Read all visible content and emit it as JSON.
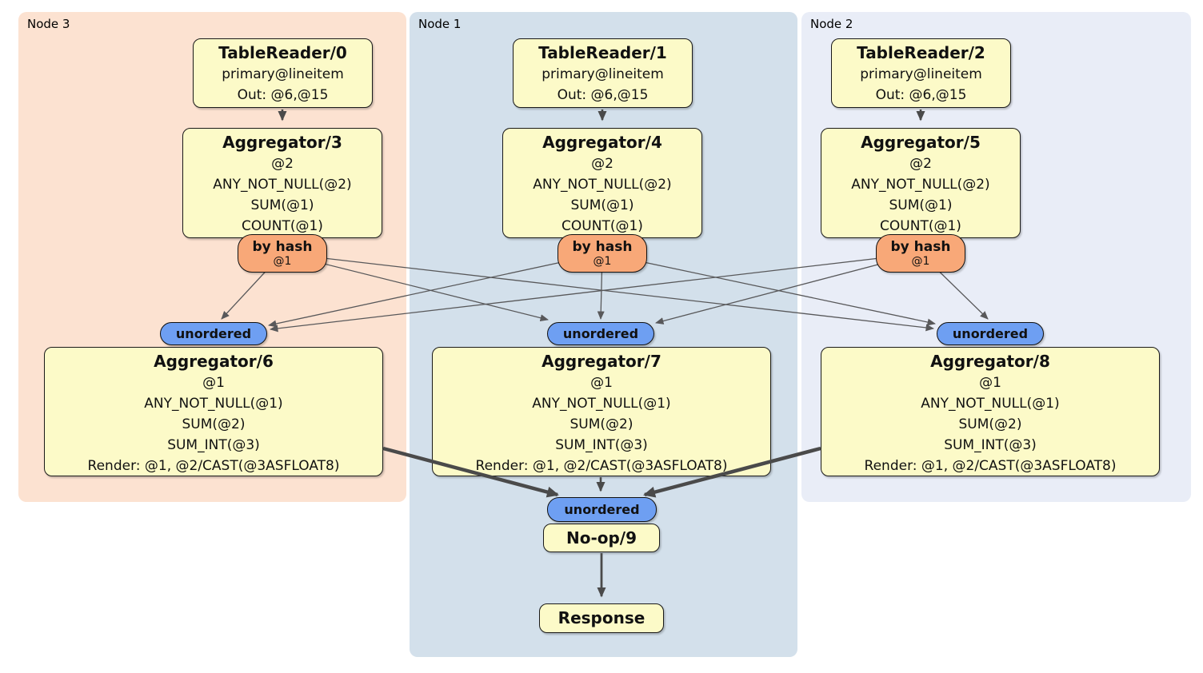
{
  "regions": [
    {
      "label": "Node 3"
    },
    {
      "label": "Node 1"
    },
    {
      "label": "Node 2"
    }
  ],
  "readers": [
    {
      "title": "TableReader/0",
      "lines": [
        "primary@lineitem",
        "Out: @6,@15"
      ]
    },
    {
      "title": "TableReader/1",
      "lines": [
        "primary@lineitem",
        "Out: @6,@15"
      ]
    },
    {
      "title": "TableReader/2",
      "lines": [
        "primary@lineitem",
        "Out: @6,@15"
      ]
    }
  ],
  "hash_aggregators": [
    {
      "title": "Aggregator/3",
      "lines": [
        "@2",
        "ANY_NOT_NULL(@2)",
        "SUM(@1)",
        "COUNT(@1)"
      ]
    },
    {
      "title": "Aggregator/4",
      "lines": [
        "@2",
        "ANY_NOT_NULL(@2)",
        "SUM(@1)",
        "COUNT(@1)"
      ]
    },
    {
      "title": "Aggregator/5",
      "lines": [
        "@2",
        "ANY_NOT_NULL(@2)",
        "SUM(@1)",
        "COUNT(@1)"
      ]
    }
  ],
  "routers": [
    {
      "label": "by hash",
      "detail": "@1"
    },
    {
      "label": "by hash",
      "detail": "@1"
    },
    {
      "label": "by hash",
      "detail": "@1"
    }
  ],
  "labels": {
    "unordered": "unordered"
  },
  "final_aggregators": [
    {
      "title": "Aggregator/6",
      "lines": [
        "@1",
        "ANY_NOT_NULL(@1)",
        "SUM(@2)",
        "SUM_INT(@3)",
        "Render: @1, @2/CAST(@3ASFLOAT8)"
      ]
    },
    {
      "title": "Aggregator/7",
      "lines": [
        "@1",
        "ANY_NOT_NULL(@1)",
        "SUM(@2)",
        "SUM_INT(@3)",
        "Render: @1, @2/CAST(@3ASFLOAT8)"
      ]
    },
    {
      "title": "Aggregator/8",
      "lines": [
        "@1",
        "ANY_NOT_NULL(@1)",
        "SUM(@2)",
        "SUM_INT(@3)",
        "Render: @1, @2/CAST(@3ASFLOAT8)"
      ]
    }
  ],
  "noop": {
    "title": "No-op/9"
  },
  "response": {
    "title": "Response"
  },
  "colors": {
    "node3_bg": "#fce2d1",
    "node1_bg": "#d3e0eb",
    "node2_bg": "#e9edf7",
    "box_bg": "#fcfac8",
    "router_bg": "#f8a878",
    "sync_bg": "#6e9ff2",
    "edge_thin": "#58585a",
    "edge_thick": "#4a4a4a"
  }
}
